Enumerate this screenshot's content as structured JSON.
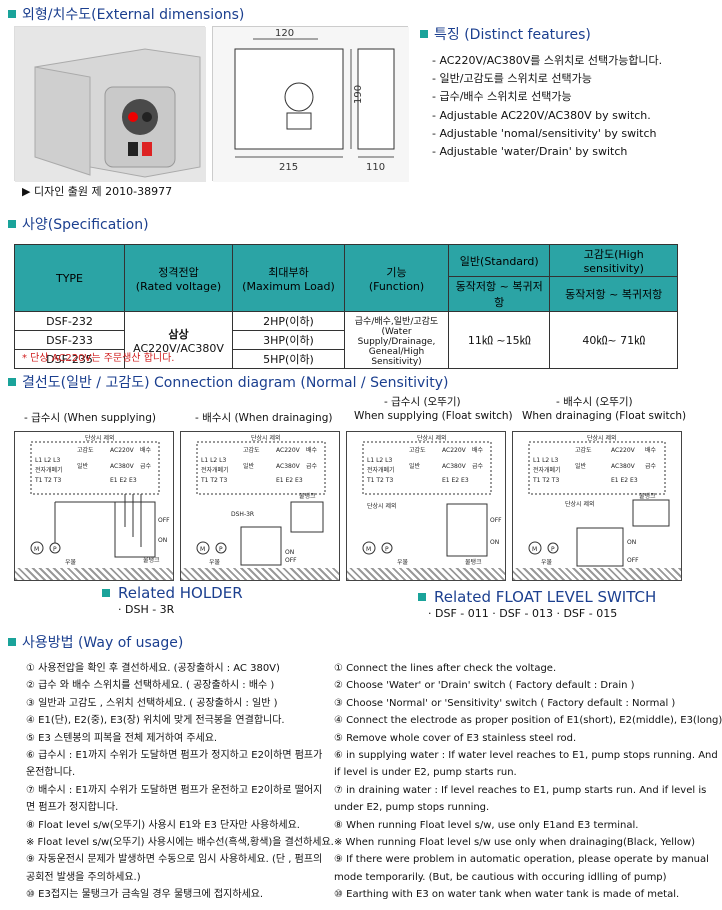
{
  "dims_title": "외형/치수도(External dimensions)",
  "dim_labels": {
    "w_top": "120",
    "h": "190",
    "w_bottom": "215",
    "d": "110"
  },
  "design_reg": "▶ 디자인 출원 제 2010-38977",
  "features_title": "특징 (Distinct features)",
  "features": [
    "AC220V/AC380V를 스위치로 선택가능합니다.",
    "일반/고감도를 스위치로 선택가능",
    "급수/배수 스위치로 선택가능",
    "Adjustable AC220V/AC380V by switch.",
    "Adjustable 'nomal/sensitivity' by switch",
    "Adjustable 'water/Drain' by switch"
  ],
  "spec_title": "사양(Specification)",
  "spec": {
    "h_type": "TYPE",
    "h_voltage": "정격전압\n(Rated voltage)",
    "h_load": "최대부하\n(Maximum Load)",
    "h_func": "기능\n(Function)",
    "h_std": "일반(Standard)",
    "h_high": "고감도(High sensitivity)",
    "h_std_sub": "동작저항 ~ 복귀저항",
    "h_high_sub": "동작저항 ~ 복귀저항",
    "rows": [
      {
        "type": "DSF-232",
        "load": "2HP(이하)"
      },
      {
        "type": "DSF-233",
        "load": "3HP(이하)"
      },
      {
        "type": "DSF-235",
        "load": "5HP(이하)"
      }
    ],
    "voltage_ko": "삼상",
    "voltage_en": "AC220V/AC380V",
    "func_1": "급수/배수,일반/고감도",
    "func_2": "(Water Supply/Drainage,",
    "func_3": "Geneal/High Sensitivity)",
    "std_range": "11㏀ ~15㏀",
    "high_range": "40㏀~ 71㏀"
  },
  "note": "* 단상 AC220V는 주문생산 합니다.",
  "conn_title": "결선도(일반 / 고감도) Connection diagram (Normal / Sensitivity)",
  "conn_labels": [
    "- 급수시 (When supplying)",
    "- 배수시 (When drainaging)",
    "- 급수시 (오뚜기)",
    "When supplying (Float switch)",
    "- 배수시 (오뚜기)",
    "When drainaging (Float switch)"
  ],
  "diag_text": {
    "box_top": "단상시 제외",
    "sens": "고감도",
    "volt": "AC220V",
    "drain": "배수",
    "terminals": "L1 L2 L3",
    "breaker": "전자개폐기",
    "normal": "일반",
    "ac380": "AC380V",
    "supply": "급수",
    "t_terms": "T1 T2 T3",
    "e_terms": "E1 E2 E3",
    "single": "단상시 제외",
    "tank": "물탱크",
    "well": "우물",
    "off": "OFF",
    "on": "ON",
    "m": "M",
    "p": "P",
    "dsh": "DSH-3R"
  },
  "holder_title": "Related HOLDER",
  "holder_sub": "· DSH - 3R",
  "float_title": "Related FLOAT LEVEL SWITCH",
  "float_sub": "· DSF - 011 · DSF - 013 · DSF - 015",
  "usage_title": "사용방법 (Way of usage)",
  "usage_ko": [
    "① 사용전압을 확인 후 결선하세요. (공장출하시 : AC 380V)",
    "② 급수 와 배수 스위치를 선택하세요. ( 공장출하시 : 배수 )",
    "③ 일반과 고감도 , 스위치 선택하세요. ( 공장출하시 : 일반 )",
    "④ E1(단), E2(중), E3(장) 위치에 맞게 전극봉을 연결합니다.",
    "⑤ E3 스텐봉의 피복을 전체 제거하여 주세요.",
    "⑥ 급수시 : E1까지 수위가 도달하면 펌프가 정지하고 E2이하면 펌프가",
    "    운전합니다.",
    "⑦ 배수시 : E1까지 수위가 도달하면 펌프가 운전하고 E2이하로 떨어지",
    "    면 펌프가 정지합니다.",
    "⑧ Float level s/w(오뚜기) 사용시 E1와 E3 단자만 사용하세요.",
    "※ Float level s/w(오뚜기) 사용시에는 배수선(흑색,황색)을 결선하세요.",
    "⑨ 자동운전시 문제가 발생하면 수동으로 임시 사용하세요. (단 , 펌프의",
    "    공회전 발생을 주의하세요.)",
    "⑩ E3접지는 물탱크가 금속일 경우 물탱크에 접지하세요."
  ],
  "usage_en": [
    "① Connect the lines after check the voltage.",
    "② Choose 'Water' or 'Drain' switch ( Factory default : Drain )",
    "③ Choose 'Normal' or 'Sensitivity' switch ( Factory default : Normal )",
    "④ Connect the electrode as proper position of E1(short), E2(middle), E3(long)",
    "⑤ Remove whole cover of E3 stainless steel rod.",
    "⑥ in supplying water : If water level reaches to E1, pump stops running. And",
    "    if level is under E2, pump starts run.",
    "⑦ in draining water : If level reaches to E1, pump starts run. And if level is",
    "    under E2, pump stops running.",
    "⑧ When running Float level s/w, use only E1and E3 terminal.",
    "※ When running Float level s/w use only when drainaging(Black, Yellow)",
    "⑨ If there were problem in automatic operation, please operate by manual",
    "    mode temporarily. (But, be cautious with occuring idlling of pump)",
    "⑩ Earthing with E3 on water tank when water tank is made of metal."
  ]
}
